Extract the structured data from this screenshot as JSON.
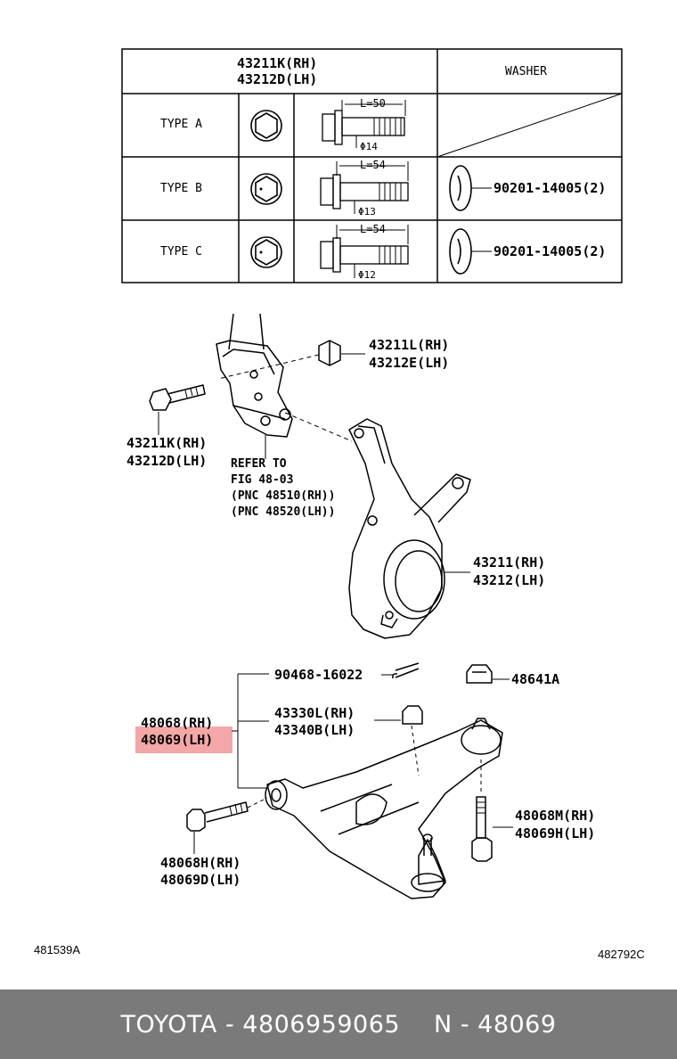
{
  "table": {
    "header_part_rh": "43211K(RH)",
    "header_part_lh": "43212D(LH)",
    "header_washer": "WASHER",
    "rows": [
      {
        "type": "TYPE A",
        "length": "L=50",
        "dia": "Φ14",
        "washer": ""
      },
      {
        "type": "TYPE B",
        "length": "L=54",
        "dia": "Φ13",
        "washer": "90201-14005(2)"
      },
      {
        "type": "TYPE C",
        "length": "L=54",
        "dia": "Φ12",
        "washer": "90201-14005(2)"
      }
    ]
  },
  "callouts": {
    "nut_top_rh": "43211L(RH)",
    "nut_top_lh": "43212E(LH)",
    "bolt_left_rh": "43211K(RH)",
    "bolt_left_lh": "43212D(LH)",
    "refer_1": "REFER TO",
    "refer_2": "FIG 48-03",
    "refer_3": "(PNC 48510(RH))",
    "refer_4": "(PNC 48520(LH))",
    "knuckle_rh": "43211(RH)",
    "knuckle_lh": "43212(LH)",
    "cotter_pin": "90468-16022",
    "nut_48641": "48641A",
    "arm_rh": "48068(RH)",
    "arm_lh": "48069(LH)",
    "joint_rh": "43330L(RH)",
    "joint_lh": "43340B(LH)",
    "bolt_48068m_rh": "48068M(RH)",
    "bolt_48069h_lh": "48069H(LH)",
    "bolt_48068h_rh": "48068H(RH)",
    "bolt_48069d_lh": "48069D(LH)"
  },
  "illustration_codes": {
    "left": "481539A",
    "right": "482792C"
  },
  "highlight_color": "#f08a8a",
  "footer": {
    "brand": "TOYOTA - 4806959065",
    "ref": "N - 48069",
    "background": "#7a7a7a"
  }
}
